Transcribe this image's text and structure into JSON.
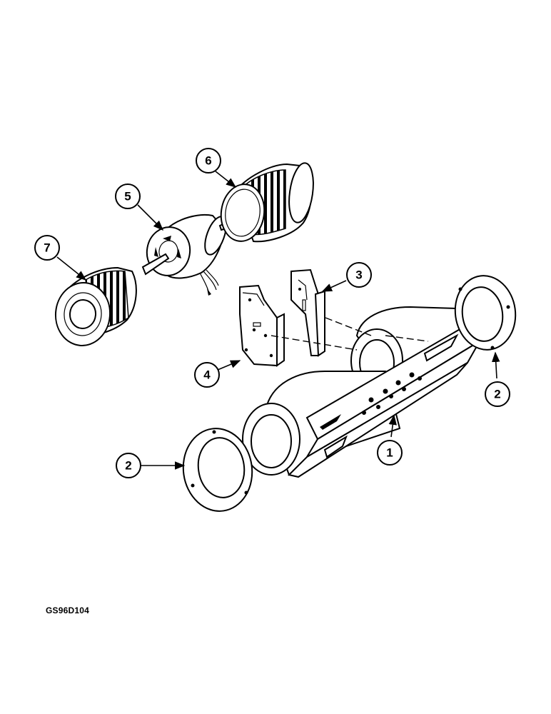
{
  "figure": {
    "code": "GS96D104"
  },
  "callouts": [
    {
      "id": "callout-1",
      "label": "1"
    },
    {
      "id": "callout-2a",
      "label": "2"
    },
    {
      "id": "callout-2b",
      "label": "2"
    },
    {
      "id": "callout-3",
      "label": "3"
    },
    {
      "id": "callout-4",
      "label": "4"
    },
    {
      "id": "callout-5",
      "label": "5"
    },
    {
      "id": "callout-6",
      "label": "6"
    },
    {
      "id": "callout-7",
      "label": "7"
    }
  ]
}
